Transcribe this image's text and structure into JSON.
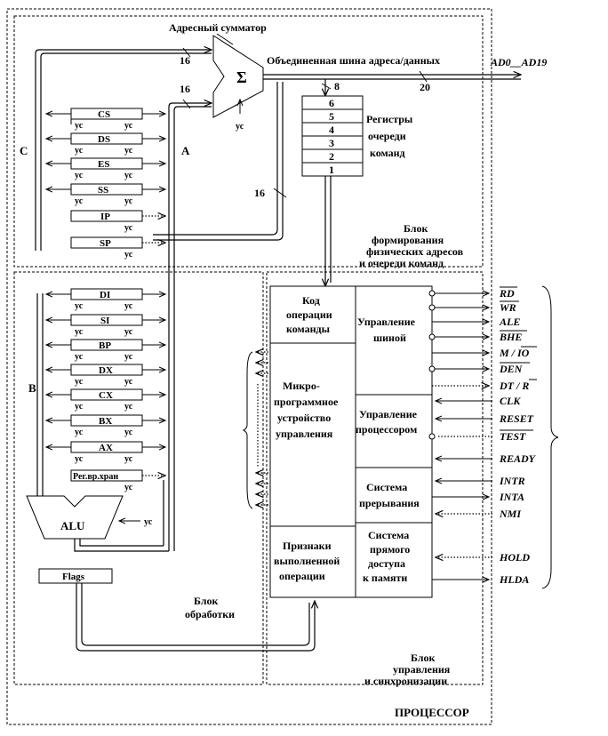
{
  "labels": {
    "adder": "Адресный сумматор",
    "sigma": "Σ",
    "bus": "Объединенная шина адреса/данных",
    "ad": "AD0__AD19",
    "w16a": "16",
    "w16b": "16",
    "w16c": "16",
    "w20": "20",
    "w8": "8",
    "us": "ус",
    "C": "C",
    "A": "A",
    "B": "B",
    "alu": "ALU",
    "flags": "Flags",
    "processor": "ПРОЦЕССОР"
  },
  "queue": {
    "slots": [
      "6",
      "5",
      "4",
      "3",
      "2",
      "1"
    ],
    "title": [
      "Регистры",
      "очереди",
      "команд"
    ]
  },
  "seg_regs": [
    "CS",
    "DS",
    "ES",
    "SS",
    "IP",
    "SP"
  ],
  "gp_regs": [
    "DI",
    "SI",
    "BP",
    "DX",
    "CX",
    "BX",
    "AX",
    "Рег.вр.хран"
  ],
  "blocks": {
    "addr": [
      "Блок",
      "формирования",
      "физических адресов",
      "и очереди команд"
    ],
    "proc": [
      "Блок",
      "обработки"
    ],
    "ctrl": [
      "Блок",
      "управления",
      "и синхронизации"
    ]
  },
  "cu": {
    "opcode": [
      "Код",
      "операции",
      "команды"
    ],
    "micro": [
      "Микро-",
      "программное",
      "устройство",
      "управления"
    ],
    "flags": [
      "Признаки",
      "выполненной",
      "операции"
    ],
    "bus_ctrl": [
      "Управление",
      "шиной"
    ],
    "proc_ctrl": [
      "Управление",
      "процессором"
    ],
    "intr": [
      "Система",
      "прерывания"
    ],
    "dma": [
      "Система",
      "прямого",
      "доступа",
      "к памяти"
    ]
  },
  "signals": [
    "RD",
    "WR",
    "ALE",
    "BHE",
    "M / IO",
    "DEN",
    "DT / R",
    "CLK",
    "RESET",
    "TEST",
    "READY",
    "INTR",
    "INTA",
    "NMI",
    "HOLD",
    "HLDA"
  ]
}
